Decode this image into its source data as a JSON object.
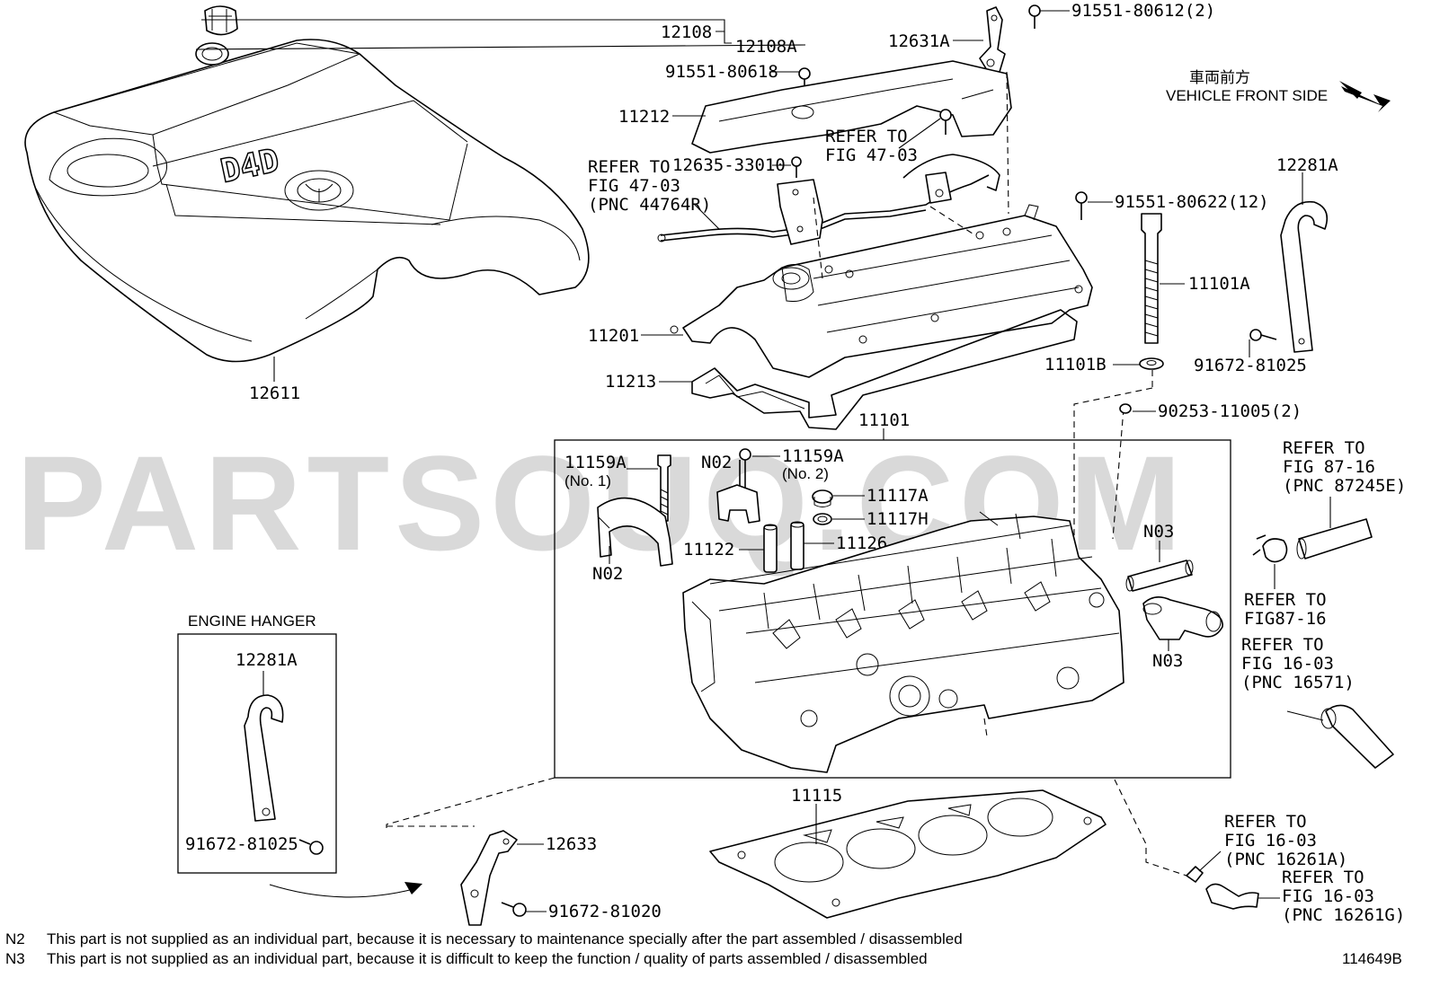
{
  "watermark": "PARTSOUQ.COM",
  "direction": {
    "label_jp": "車両前方",
    "label_en": "VEHICLE FRONT SIDE"
  },
  "engine_cover_logo": "D4D",
  "labels": {
    "p12108": "12108",
    "p12108A": "12108A",
    "p91551_80618": "91551-80618",
    "p12631A": "12631A",
    "p91551_80612": "91551-80612(2)",
    "p11212": "11212",
    "refer_fig47_left": [
      "REFER TO",
      "FIG 47-03",
      "(PNC 44764R)"
    ],
    "p12635": "12635-33010",
    "refer_fig47_mid": [
      "REFER TO",
      "FIG 47-03"
    ],
    "p91551_80622": "91551-80622(12)",
    "p12281A_top": "12281A",
    "p11101A": "11101A",
    "p11201": "11201",
    "p11213": "11213",
    "p11101B": "11101B",
    "p91672_81025_top": "91672-81025",
    "p90253": "90253-11005(2)",
    "p11101": "11101",
    "p12611": "12611",
    "p11159A_no1": [
      "11159A",
      "(No. 1)"
    ],
    "n02_a": "N02",
    "p11159A_no2": [
      "11159A",
      "(No. 2)"
    ],
    "p11117A": "11117A",
    "p11117H": "11117H",
    "p11122": "11122",
    "p11126": "11126",
    "n02_b": "N02",
    "n03_a": "N03",
    "n03_b": "N03",
    "refer_fig87_a": [
      "REFER TO",
      "FIG 87-16",
      "(PNC 87245E)"
    ],
    "refer_fig87_b": [
      "REFER TO",
      "FIG87-16"
    ],
    "refer_fig16_a": [
      "REFER TO",
      "FIG 16-03",
      "(PNC 16571)"
    ],
    "engine_hanger": "ENGINE HANGER",
    "p12281A_box": "12281A",
    "p91672_81025_box": "91672-81025",
    "p11115": "11115",
    "p12633": "12633",
    "p91672_81020": "91672-81020",
    "refer_fig16_b": [
      "REFER TO",
      "FIG 16-03",
      "(PNC 16261A)"
    ],
    "refer_fig16_c": [
      "REFER TO",
      "FIG 16-03",
      "(PNC 16261G)"
    ]
  },
  "notes": [
    {
      "code": "N2",
      "text": "This part is not supplied as an individual part, because it is necessary to maintenance specially after the part assembled / disassembled"
    },
    {
      "code": "N3",
      "text": "This part is not supplied as an individual part, because it is difficult to keep the function / quality of parts  assembled / disassembled"
    }
  ],
  "figure_id": "114649B"
}
